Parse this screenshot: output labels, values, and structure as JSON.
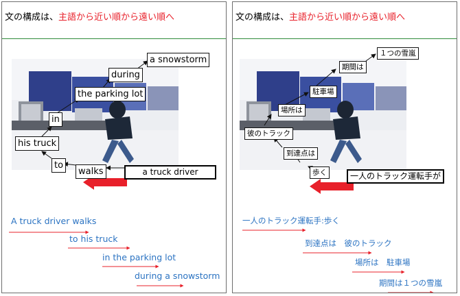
{
  "left": {
    "title_prefix": "文の構成は、",
    "title_highlight": "主語から近い順から遠い順へ",
    "labels": {
      "snowstorm": "a snowstorm",
      "during": "during",
      "parking_lot": "the parking lot",
      "in": "in",
      "his_truck": "his truck",
      "to": "to",
      "walks": "walks",
      "subject": "a truck driver"
    },
    "sentence_lines": [
      "A truck driver walks",
      "to his truck",
      "in the parking lot",
      "during a snowstorm"
    ]
  },
  "right": {
    "title_prefix": "文の構成は、",
    "title_highlight": "主語から近い順から遠い順へ",
    "labels": {
      "snowstorm": "１つの雪嵐",
      "during": "期間は",
      "parking_lot": "駐車場",
      "in": "場所は",
      "his_truck": "彼のトラック",
      "to": "到達点は",
      "walks": "歩く",
      "subject": "一人のトラック運転手が"
    },
    "sentence_lines": [
      "一人のトラック運転手:歩く",
      "到達点は　彼のトラック",
      "場所は　駐車場",
      "期間は１つの雪嵐"
    ]
  },
  "colors": {
    "title_red": "#e8202a",
    "blue_text": "#2b73c2",
    "divider_green": "#2e8b3a",
    "arrow_red": "#e8202a"
  }
}
